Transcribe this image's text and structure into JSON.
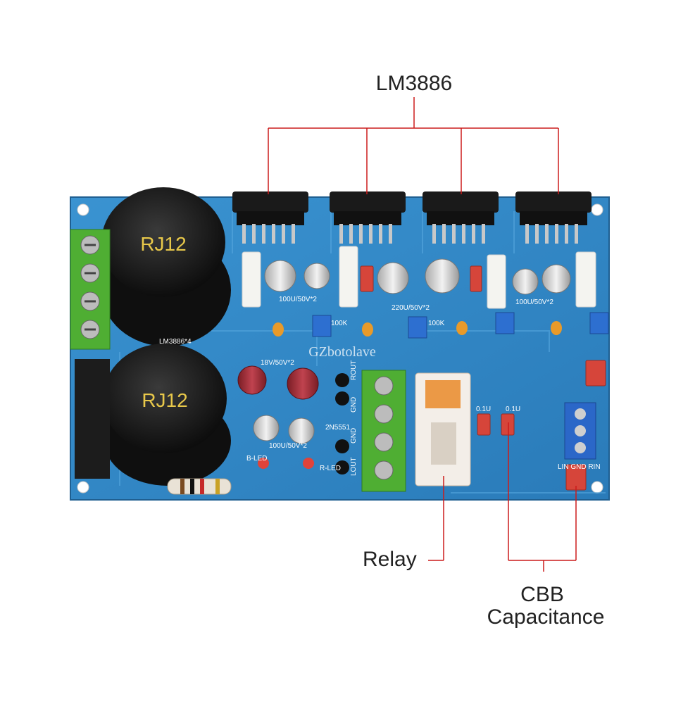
{
  "callouts": {
    "chip": "LM3886",
    "relay": "Relay",
    "capacitor_line1": "CBB",
    "capacitor_line2": "Capacitance"
  },
  "board": {
    "capacitor_label_top": "RJ12",
    "capacitor_label_bottom": "RJ12",
    "watermark": "GZbotolave",
    "label_100u_left": "100U/50V*2",
    "label_220u": "220U/50V*2",
    "label_100u_right": "100U/50V*2",
    "label_100u_bottom": "100U/50V*2",
    "label_18v": "18V/50V*2",
    "label_rout": "ROUT",
    "label_gnd1": "GND",
    "label_gnd2": "GND",
    "label_lout": "LOUT",
    "label_bled": "B-LED",
    "label_rled": "R-LED",
    "label_2n5551": "2N5551",
    "label_lm3886": "LM3886*4",
    "label_100k_1": "100K",
    "label_100k_2": "100K",
    "label_cbb1": "0.1U",
    "label_cbb2": "0.1U",
    "label_input": "LIN GND RIN"
  },
  "colors": {
    "pcb": "#2f86c6",
    "accent_line": "#d11a1a",
    "terminal": "#55b53a"
  }
}
